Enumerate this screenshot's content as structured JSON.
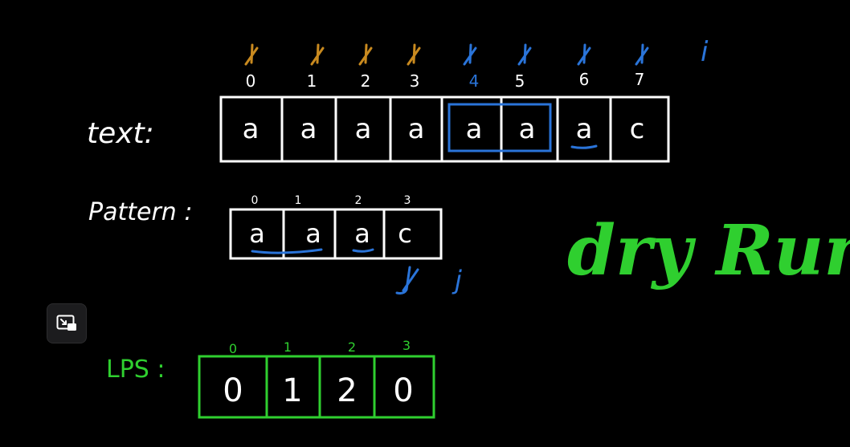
{
  "colors": {
    "background": "#000000",
    "ink": "#ffffff",
    "orange": "#c98a1f",
    "blue": "#2a74d9",
    "green": "#2fcf2f",
    "button_bg": "#1c1c1e"
  },
  "text_row": {
    "label": "text:",
    "indices": [
      "0",
      "1",
      "2",
      "3",
      "4",
      "5",
      "6",
      "7"
    ],
    "cells": [
      "a",
      "a",
      "a",
      "a",
      "a",
      "a",
      "a",
      "c"
    ],
    "pointer_label": "i"
  },
  "pattern_row": {
    "label": "Pattern :",
    "indices": [
      "0",
      "1",
      "2",
      "3"
    ],
    "cells": [
      "a",
      "a",
      "a",
      "c"
    ],
    "pointer_label": "j"
  },
  "lps_row": {
    "label": "LPS :",
    "indices": [
      "0",
      "1",
      "2",
      "3"
    ],
    "cells": [
      "0",
      "1",
      "2",
      "0"
    ]
  },
  "title": "dry Run",
  "toolbar": {
    "icon": "picture-in-picture-icon"
  }
}
